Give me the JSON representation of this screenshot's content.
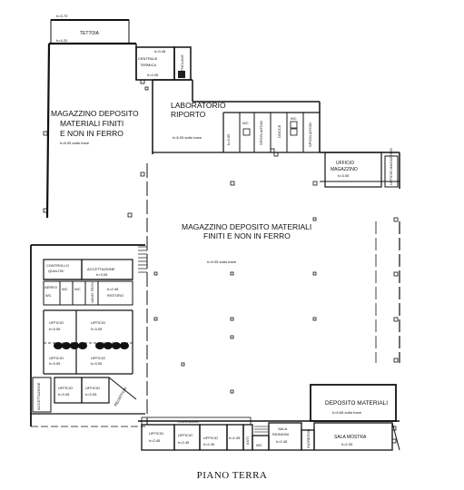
{
  "plan": {
    "title": "PIANO TERRA",
    "dims": {
      "roof_w": "h=3.70",
      "roof_h": "h=4.20"
    },
    "rooms": {
      "tettoia": "TETTOIA",
      "centrale_line1": "CENTRALE",
      "centrale_line2": "TERMICA",
      "centrale_h": "h=4.05",
      "centrale_h2": "h=3.45",
      "autoclave": "AUTOCLAVE",
      "mag1_line1": "MAGAZZINO DEPOSITO",
      "mag1_line2": "MATERIALI FINITI",
      "mag1_line3": "E NON IN FERRO",
      "mag1_h": "h=8.05 sotto trave",
      "lab_line1": "LABORATORIO",
      "lab_line2": "RIPORTO",
      "lab_h": "h=5.05 sotto trave",
      "wc": "WC",
      "spogliatoio": "SPOGLIATOIO",
      "docce": "DOCCE",
      "h305": "h=3.05",
      "uff_mag_line1": "UFFICIO",
      "uff_mag_line2": "MAGAZZINO",
      "uff_mag_h": "h=3.05",
      "uff_mag_side": "UFFICIO MAGAZZINO",
      "mag2_line1": "MAGAZZINO DEPOSITO MATERIALI",
      "mag2_line2": "FINITI E NON IN FERRO",
      "mag2_h": "h=5.05 sotto trave",
      "controllo_line1": "CONTROLLO",
      "controllo_line2": "QUALITA'",
      "accettazione": "ACCETTAZIONE",
      "accettazione_h": "h=3.05",
      "aereo": "AEREO",
      "vano_tecn": "VANO TECN.",
      "ristoro": "RISTORO",
      "ristoro_h": "h=2.45",
      "ufficio": "UFFICIO",
      "h305b": "h=3.05",
      "accettazione_side": "ACCETTAZIONE",
      "reception": "RECEPTION",
      "deposito": "DEPOSITO MATERIALI",
      "deposito_h": "h=5.65 sotto trave",
      "corridoio": "CORRIDOIO",
      "h245": "h=2.45",
      "sala_riunioni_line1": "SALA",
      "sala_riunioni_line2": "RIUNIONI",
      "sala_riunioni_h": "h=2.45",
      "anti": "ANTI",
      "ingresso": "INGRESSO",
      "sala_mostra": "SALA MOSTRA",
      "sala_mostra_h": "h=2.45"
    }
  }
}
